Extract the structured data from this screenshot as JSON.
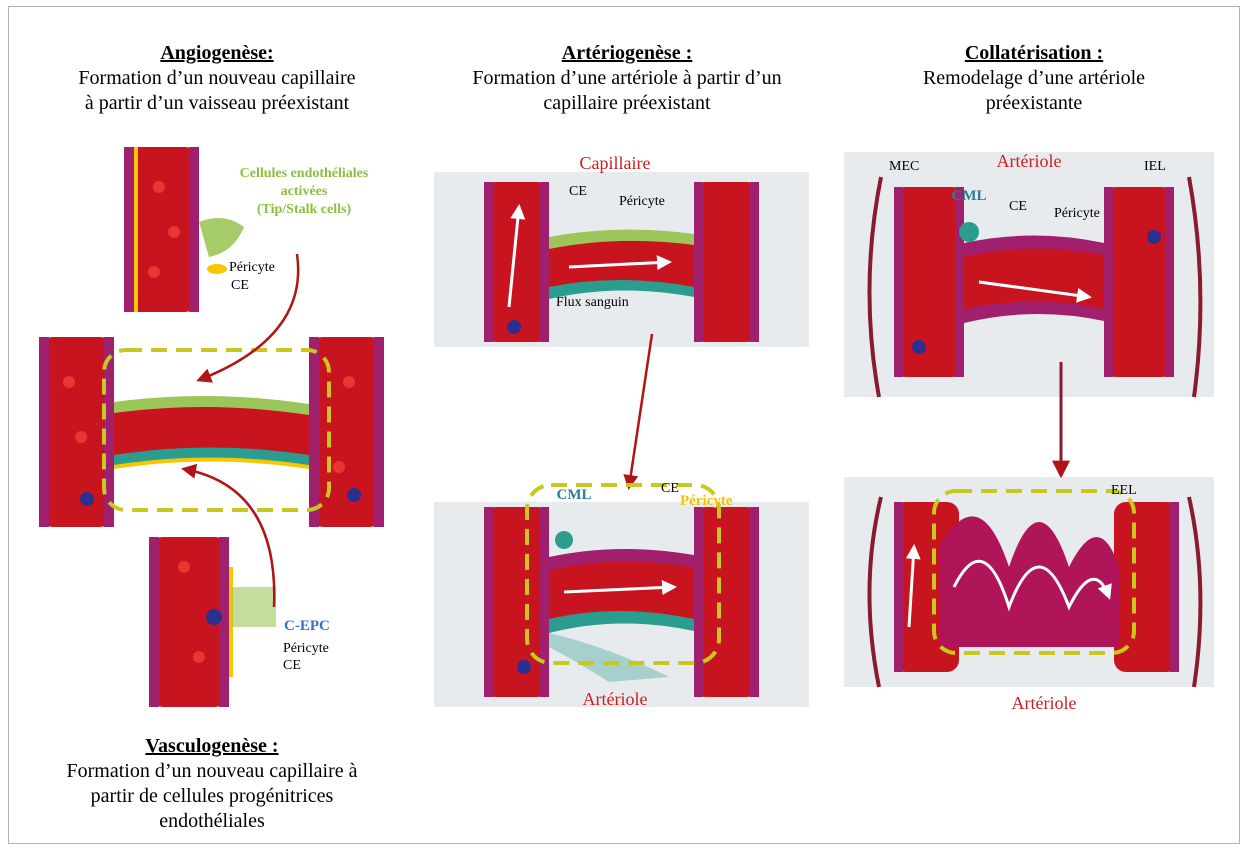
{
  "panels": {
    "angiogenese": {
      "title": "Angiogenèse:",
      "desc_line1": "Formation d’un nouveau capillaire",
      "desc_line2": "à partir d’un vaisseau préexistant",
      "labels": {
        "activated_line1": "Cellules endothéliales",
        "activated_line2": "activées",
        "activated_line3": "(Tip/Stalk cells)",
        "pericyte": "Péricyte",
        "ce": "CE"
      }
    },
    "vasculogenese": {
      "title": "Vasculogenèse :",
      "desc_line1": "Formation d’un nouveau capillaire à",
      "desc_line2": "partir de cellules progénitrices",
      "desc_line3": "endothéliales",
      "labels": {
        "cepc": "C-EPC",
        "pericyte": "Péricyte",
        "ce": "CE"
      }
    },
    "arteriogenese": {
      "title": "Artériogenèse :",
      "desc_line1": "Formation d’une artériole à partir d’un",
      "desc_line2": "capillaire préexistant",
      "labels": {
        "capillaire": "Capillaire",
        "ce_top": "CE",
        "pericyte_top": "Péricyte",
        "flux": "Flux sanguin",
        "cml": "CML",
        "ce_bottom": "CE",
        "pericyte_bottom": "Péricyte",
        "arteriole": "Artériole"
      }
    },
    "collaterisation": {
      "title": "Collatérisation :",
      "desc_line1": "Remodelage d’une artériole",
      "desc_line2": "préexistante",
      "labels": {
        "mec": "MEC",
        "arteriole_top": "Artériole",
        "iel": "IEL",
        "cml": "CML",
        "ce": "CE",
        "pericyte": "Péricyte",
        "eel": "EEL",
        "arteriole_bottom": "Artériole"
      }
    }
  },
  "colors": {
    "blood": "#c8141e",
    "wall_magenta": "#a0206e",
    "pericyte_yellow": "#f5c800",
    "endothelial_green": "#9cc65a",
    "smooth_muscle_teal": "#2a9d8f",
    "arrow_red": "#b01515",
    "dashed_box": "#c8c81e",
    "tissue_grey": "#d9dde3"
  }
}
